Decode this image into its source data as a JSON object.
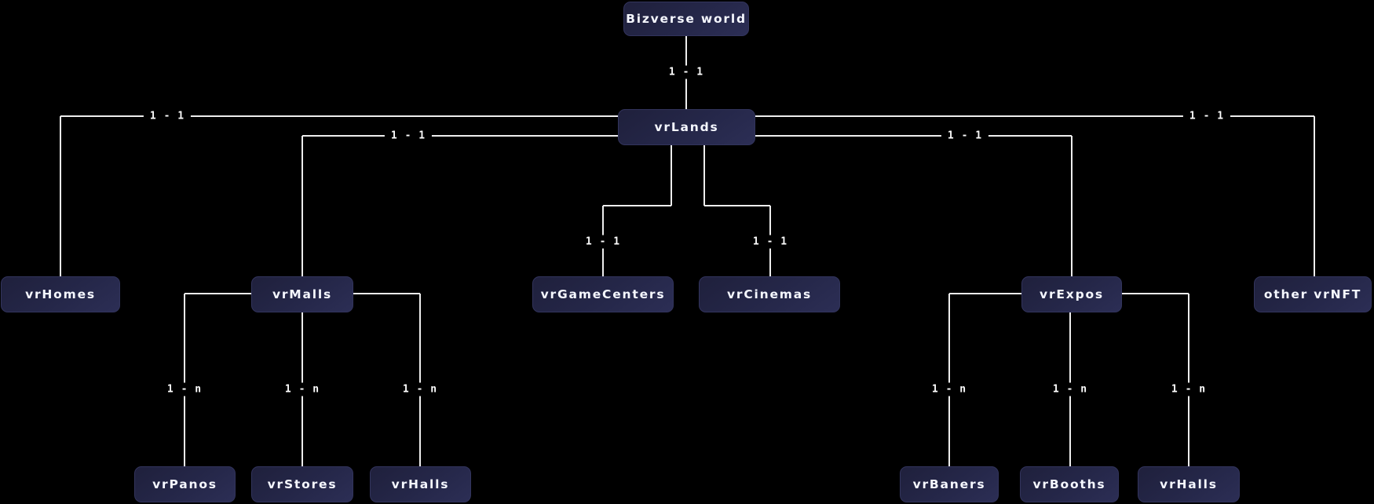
{
  "diagram_type": "hierarchy-tree",
  "colors": {
    "background": "#000000",
    "node_fill": "#252749",
    "node_border": "#32345c",
    "line": "#ededed",
    "text": "#f5f7ff"
  },
  "nodes": {
    "bizverse_world": {
      "label": "Bizverse world"
    },
    "vrlands": {
      "label": "vrLands"
    },
    "vrhomes": {
      "label": "vrHomes"
    },
    "vrmalls": {
      "label": "vrMalls"
    },
    "vrgamecenters": {
      "label": "vrGameCenters"
    },
    "vrcinemas": {
      "label": "vrCinemas"
    },
    "vrexpos": {
      "label": "vrExpos"
    },
    "other_vrnft": {
      "label": "other vrNFT"
    },
    "vrpanos": {
      "label": "vrPanos"
    },
    "vrstores": {
      "label": "vrStores"
    },
    "vrhalls_malls": {
      "label": "vrHalls"
    },
    "vrbaners": {
      "label": "vrBaners"
    },
    "vrbooths": {
      "label": "vrBooths"
    },
    "vrhalls_expos": {
      "label": "vrHalls"
    }
  },
  "edges": [
    {
      "from": "Bizverse world",
      "to": "vrLands",
      "label": "1 - 1"
    },
    {
      "from": "vrLands",
      "to": "vrHomes",
      "label": "1 - 1"
    },
    {
      "from": "vrLands",
      "to": "vrMalls",
      "label": "1 - 1"
    },
    {
      "from": "vrLands",
      "to": "vrGameCenters",
      "label": "1 - 1"
    },
    {
      "from": "vrLands",
      "to": "vrCinemas",
      "label": "1 - 1"
    },
    {
      "from": "vrLands",
      "to": "vrExpos",
      "label": "1 - 1"
    },
    {
      "from": "vrLands",
      "to": "other vrNFT",
      "label": "1 - 1"
    },
    {
      "from": "vrMalls",
      "to": "vrPanos",
      "label": "1 - n"
    },
    {
      "from": "vrMalls",
      "to": "vrStores",
      "label": "1 - n"
    },
    {
      "from": "vrMalls",
      "to": "vrHalls",
      "label": "1 - n"
    },
    {
      "from": "vrExpos",
      "to": "vrBaners",
      "label": "1 - n"
    },
    {
      "from": "vrExpos",
      "to": "vrBooths",
      "label": "1 - n"
    },
    {
      "from": "vrExpos",
      "to": "vrHalls",
      "label": "1 - n"
    }
  ]
}
